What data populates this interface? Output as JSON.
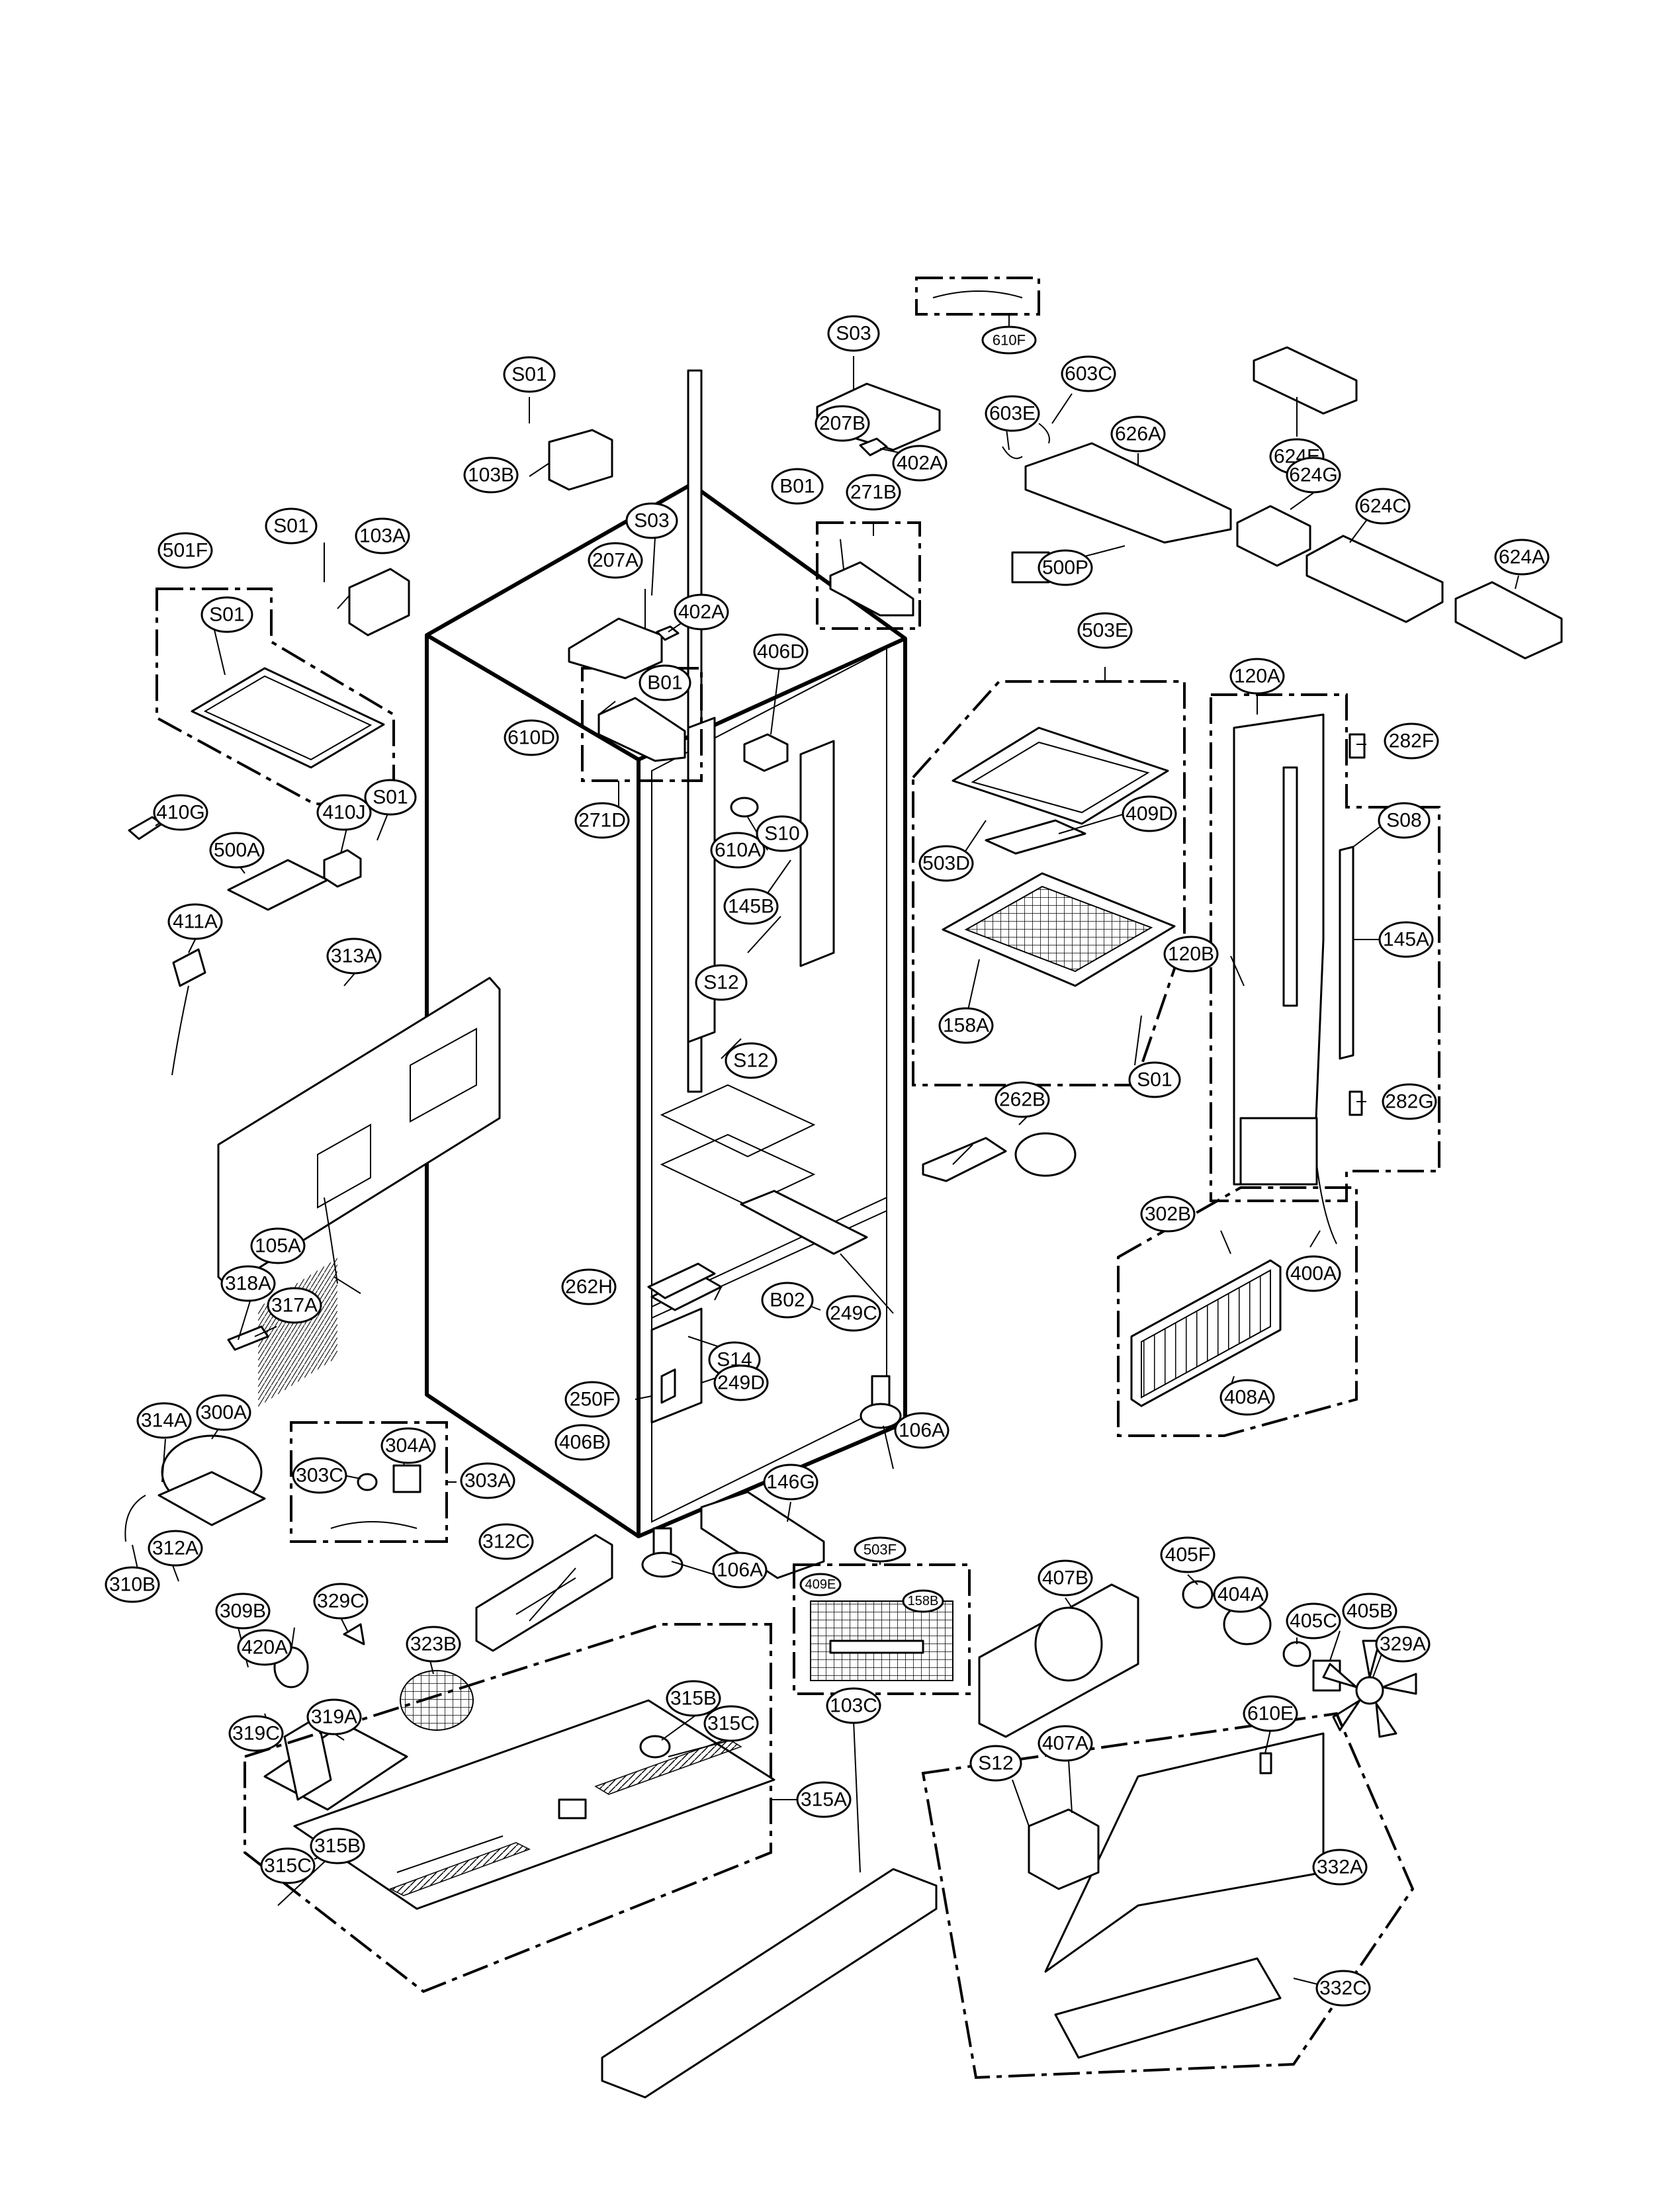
{
  "labels": {
    "S01": "S01",
    "S03": "S03",
    "S08": "S08",
    "S10": "S10",
    "S12": "S12",
    "S14": "S14",
    "B01": "B01",
    "B02": "B02",
    "103A": "103A",
    "103B": "103B",
    "103C": "103C",
    "105A": "105A",
    "106A": "106A",
    "120A": "120A",
    "120B": "120B",
    "145A": "145A",
    "145B": "145B",
    "146G": "146G",
    "158A": "158A",
    "207A": "207A",
    "207B": "207B",
    "249C": "249C",
    "249D": "249D",
    "250F": "250F",
    "262B": "262B",
    "262H": "262H",
    "271B": "271B",
    "271D": "271D",
    "282F": "282F",
    "282G": "282G",
    "300A": "300A",
    "302B": "302B",
    "303A": "303A",
    "303C": "303C",
    "304A": "304A",
    "309B": "309B",
    "310B": "310B",
    "312A": "312A",
    "312C": "312C",
    "313A": "313A",
    "314A": "314A",
    "315A": "315A",
    "315B": "315B",
    "315C": "315C",
    "317A": "317A",
    "318A": "318A",
    "319A": "319A",
    "319C": "319C",
    "323B": "323B",
    "329A": "329A",
    "329C": "329C",
    "332A": "332A",
    "332C": "332C",
    "400A": "400A",
    "402A": "402A",
    "404A": "404A",
    "405B": "405B",
    "405C": "405C",
    "405F": "405F",
    "406B": "406B",
    "406D": "406D",
    "407A": "407A",
    "407B": "407B",
    "408A": "408A",
    "409D": "409D",
    "409E": "409E",
    "410G": "410G",
    "410J": "410J",
    "411A": "411A",
    "420A": "420A",
    "500A": "500A",
    "500P": "500P",
    "501F": "501F",
    "503D": "503D",
    "503E": "503E",
    "503F": "503F",
    "610A": "610A",
    "610D": "610D",
    "610E": "610E",
    "610F": "610F",
    "603C": "603C",
    "603E": "603E",
    "624A": "624A",
    "624C": "624C",
    "624E": "624E",
    "624G": "624G",
    "626A": "626A",
    "158B": "158B"
  }
}
